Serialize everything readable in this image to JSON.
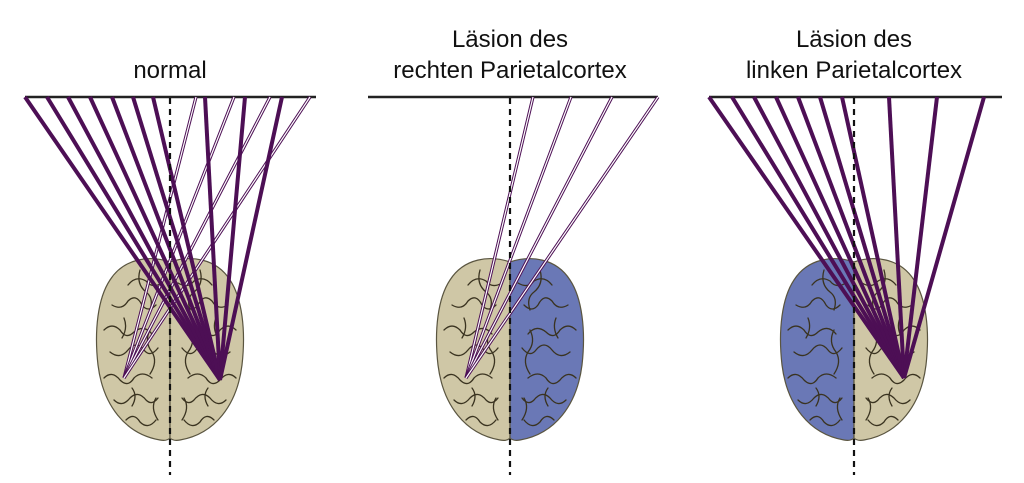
{
  "panels": [
    {
      "id": "normal",
      "title_lines": [
        "normal"
      ],
      "lesion": "none"
    },
    {
      "id": "right",
      "title_lines": [
        "Läsion des",
        "rechten Parietalcortex"
      ],
      "lesion": "right-hemisphere"
    },
    {
      "id": "left",
      "title_lines": [
        "Läsion des",
        "linken Parietalcortex"
      ],
      "lesion": "left-hemisphere"
    }
  ],
  "colors": {
    "line": "#4d0f55",
    "healthy_brain": "#cfc7a6",
    "lesion_brain": "#6a78b6",
    "sulci": "#3a3320",
    "midline": "#111111"
  }
}
